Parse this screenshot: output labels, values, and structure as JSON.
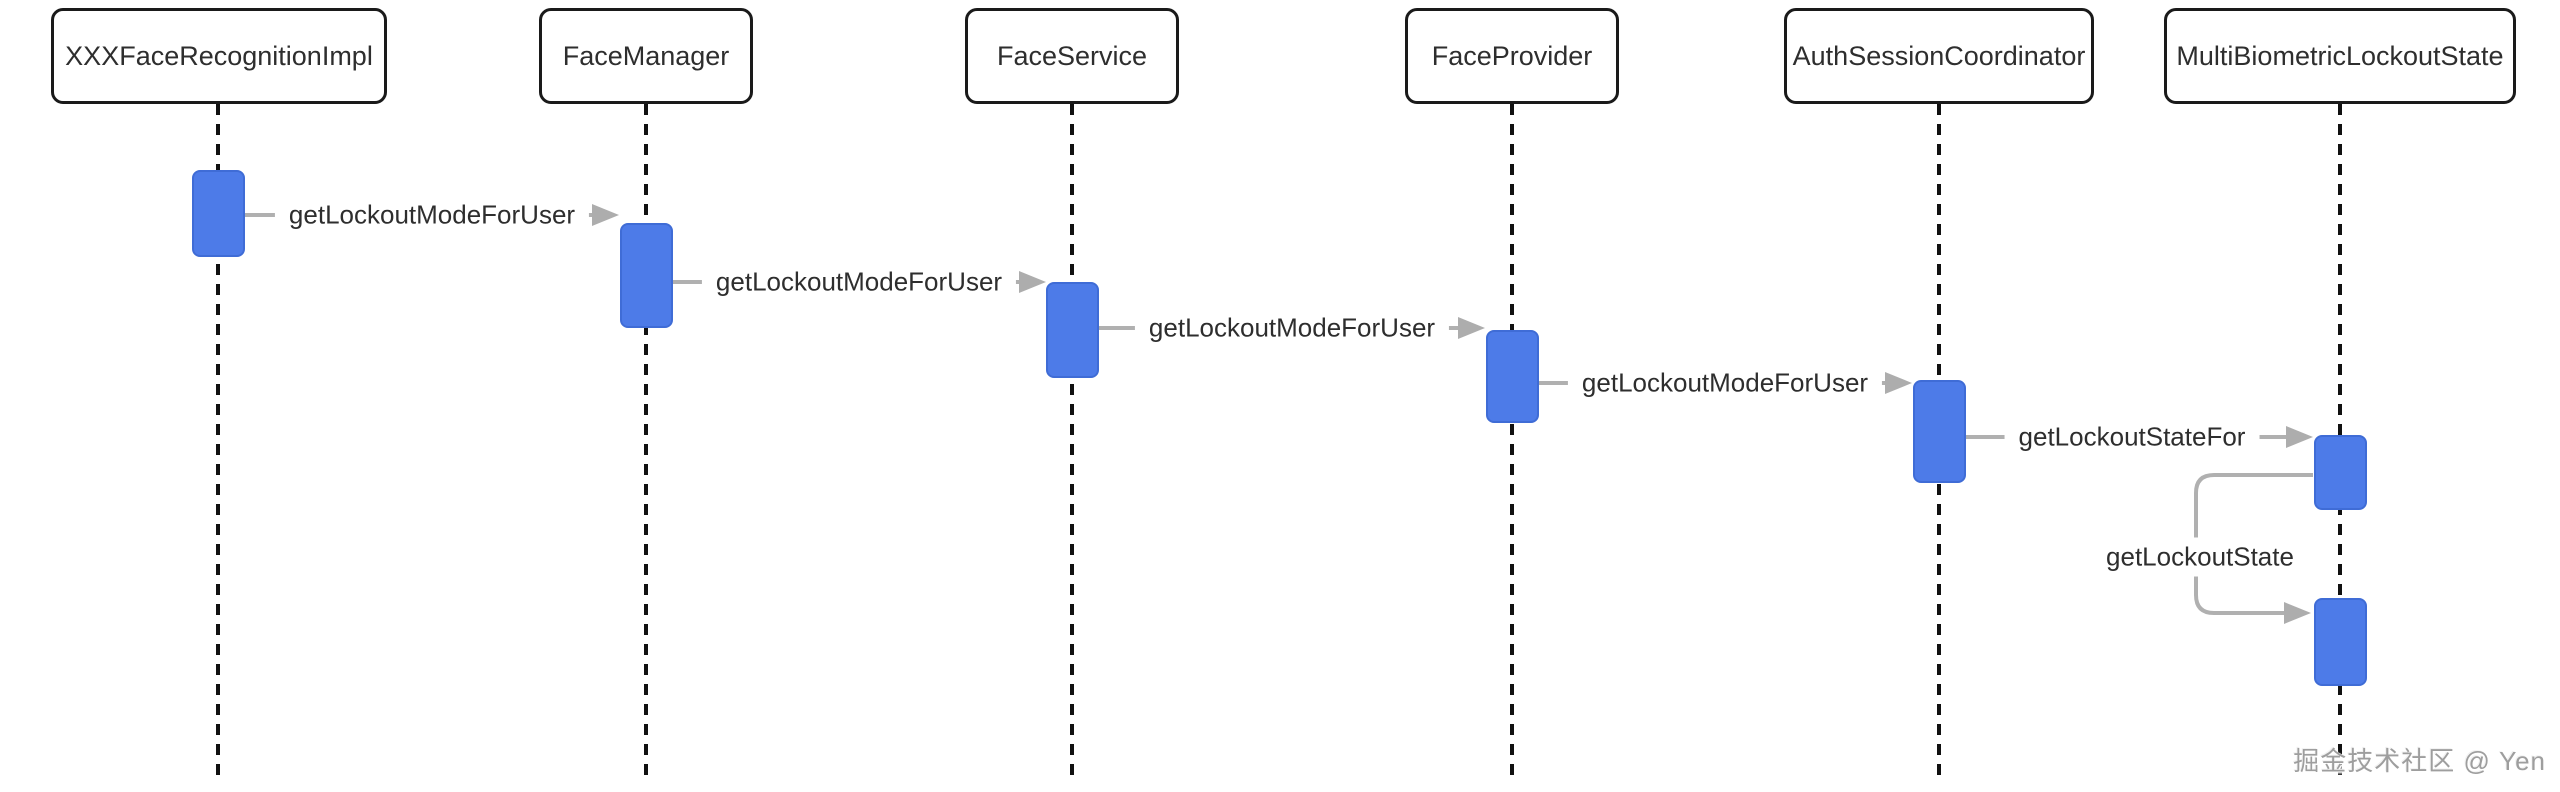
{
  "diagram": {
    "type": "sequence-diagram",
    "participants": [
      {
        "label": "XXXFaceRecognitionImpl"
      },
      {
        "label": "FaceManager"
      },
      {
        "label": "FaceService"
      },
      {
        "label": "FaceProvider"
      },
      {
        "label": "AuthSessionCoordinator"
      },
      {
        "label": "MultiBiometricLockoutState"
      }
    ],
    "messages": [
      {
        "label": "getLockoutModeForUser",
        "from": "XXXFaceRecognitionImpl",
        "to": "FaceManager",
        "type": "call"
      },
      {
        "label": "getLockoutModeForUser",
        "from": "FaceManager",
        "to": "FaceService",
        "type": "call"
      },
      {
        "label": "getLockoutModeForUser",
        "from": "FaceService",
        "to": "FaceProvider",
        "type": "call"
      },
      {
        "label": "getLockoutModeForUser",
        "from": "FaceProvider",
        "to": "AuthSessionCoordinator",
        "type": "call"
      },
      {
        "label": "getLockoutStateFor",
        "from": "AuthSessionCoordinator",
        "to": "MultiBiometricLockoutState",
        "type": "call"
      },
      {
        "label": "getLockoutState",
        "from": "MultiBiometricLockoutState",
        "to": "MultiBiometricLockoutState",
        "type": "self-call"
      }
    ],
    "watermark": "掘金技术社区 @ Yen",
    "colors": {
      "activation_fill": "#4d7be8",
      "activation_border": "#3f6cd6",
      "message_line": "#b0b0b0",
      "lifeline": "#111111",
      "participant_border": "#1a1a1a",
      "text": "#2e2e2e",
      "watermark": "#9e9e9e",
      "background": "#ffffff"
    }
  }
}
